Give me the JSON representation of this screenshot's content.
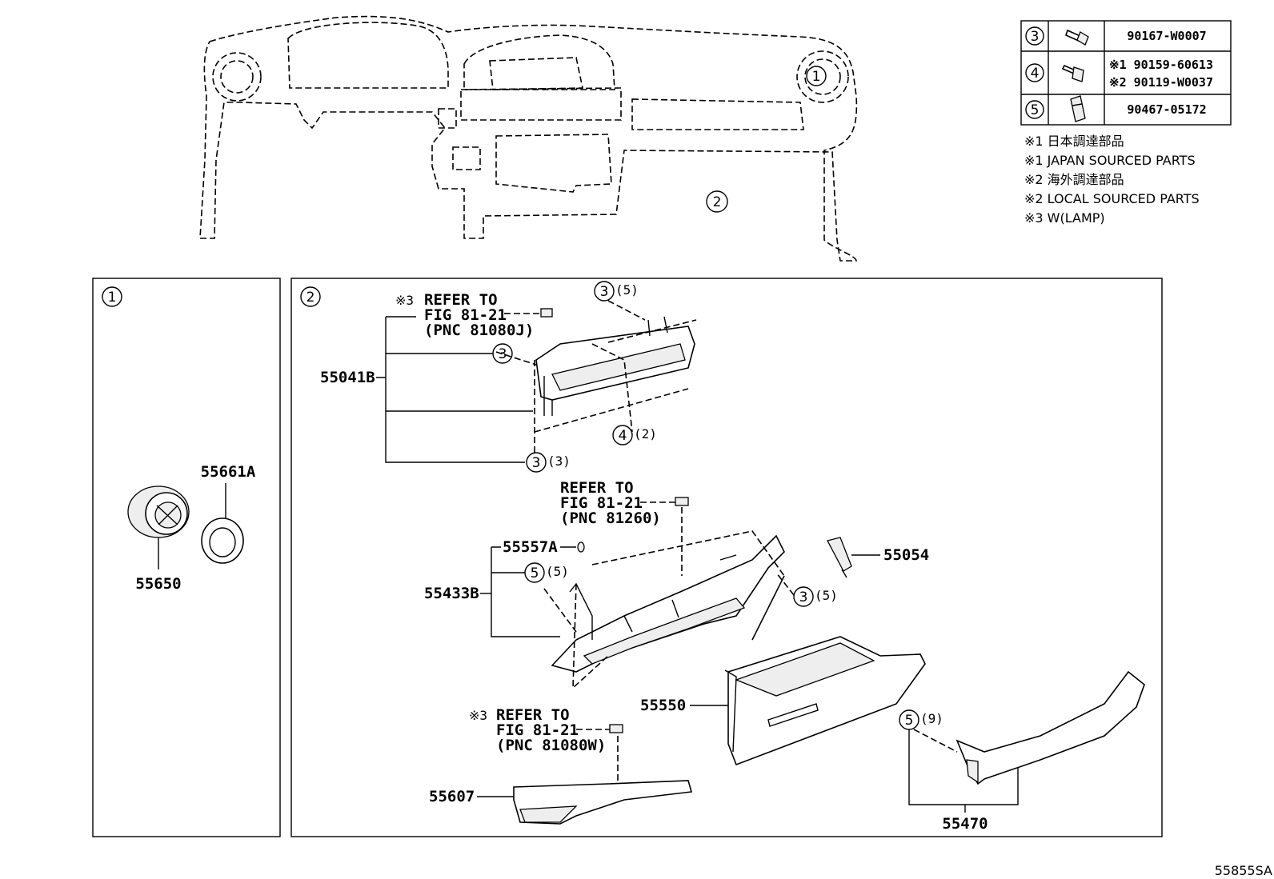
{
  "fasteners": [
    {
      "ref": "3",
      "part": "90167-W0007"
    },
    {
      "ref": "4",
      "part_lines": [
        "※1 90159-60613",
        "※2 90119-W0037"
      ]
    },
    {
      "ref": "5",
      "part": "90467-05172"
    }
  ],
  "notes": [
    "※1 日本調達部品",
    "※1 JAPAN SOURCED PARTS",
    "※2 海外調達部品",
    "※2 LOCAL SOURCED PARTS",
    "※3 W(LAMP)"
  ],
  "overview": {
    "callout_1": "1",
    "callout_2": "2"
  },
  "panel1": {
    "badge": "1",
    "parts": {
      "p55661A": "55661A",
      "p55650": "55650"
    }
  },
  "panel2": {
    "badge": "2",
    "refer1": {
      "prefix": "※3",
      "line1": "REFER TO",
      "line2": "FIG 81-21",
      "line3": "(PNC 81080J)"
    },
    "refer2": {
      "line1": "REFER TO",
      "line2": "FIG 81-21",
      "line3": "(PNC 81260)"
    },
    "refer3": {
      "prefix": "※3",
      "line1": "REFER TO",
      "line2": "FIG 81-21",
      "line3": "(PNC 81080W)"
    },
    "parts": {
      "p55041B": "55041B",
      "p55557A": "55557A",
      "p55433B": "55433B",
      "p55054": "55054",
      "p55550": "55550",
      "p55607": "55607",
      "p55470": "55470"
    },
    "callouts": {
      "c3_top": {
        "n": "3",
        "q": "(5)"
      },
      "c3_a": {
        "n": "3",
        "q": ""
      },
      "c4": {
        "n": "4",
        "q": "(2)"
      },
      "c3_b": {
        "n": "3",
        "q": "(3)"
      },
      "c5_a": {
        "n": "5",
        "q": "(5)"
      },
      "c3_c": {
        "n": "3",
        "q": "(5)"
      },
      "c5_b": {
        "n": "5",
        "q": "(9)"
      }
    }
  },
  "diagram_code": "55855SA"
}
